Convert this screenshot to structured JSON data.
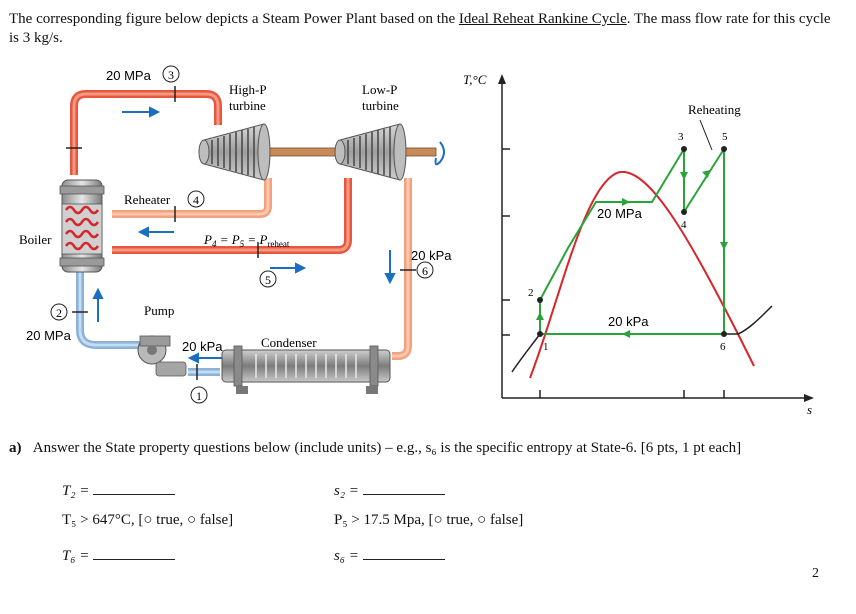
{
  "intro": {
    "p1": "The corresponding figure below depicts a Steam Power Plant based on the ",
    "p2": "Ideal Reheat Rankine Cycle",
    "p3": ". The mass flow rate for this cycle is 3 kg/s."
  },
  "plant": {
    "p20_top": "20 MPa",
    "state3": "3",
    "hp_turbine": "High-P turbine",
    "hp1": "High-P",
    "hp2": "turbine",
    "lp1": "Low-P",
    "lp2": "turbine",
    "reheater": "Reheater",
    "state4": "4",
    "boiler": "Boiler",
    "pressure_eq": "P4 = P5 = Preheat",
    "state5": "5",
    "p20kpa_right": "20 kPa",
    "state6": "6",
    "pump": "Pump",
    "state2": "2",
    "p20mpa_left": "20 MPa",
    "p20kpa_pump": "20 kPa",
    "condenser": "Condenser",
    "state1": "1"
  },
  "ts": {
    "ylabel": "T,°C",
    "xlabel": "s",
    "reheating": "Reheating",
    "p_high": "20 MPa",
    "p_low": "20 kPa",
    "n1": "1",
    "n2": "2",
    "n3": "3",
    "n4": "4",
    "n5": "5",
    "n6": "6"
  },
  "question": {
    "label": "a)",
    "text": "Answer the State property questions below (include units) – e.g., s₆ is the specific entropy at State-6. [6 pts, 1 pt each]",
    "t2": "T₂ =",
    "s2": "s₂ =",
    "t5": "T₅ > 647°C, [",
    "t5_true": "true,",
    "t5_false": "false]",
    "p5": "P₅ > 17.5 Mpa, [",
    "p5_true": "true,",
    "p5_false": "false]",
    "t6": "T₆ =",
    "s6": "s₆ ="
  },
  "page_number": "2",
  "colors": {
    "hot_pipe": "#e8563f",
    "warm_pipe": "#f4a27e",
    "cool_pipe": "#8ab1d8",
    "arrow_blue": "#1a6fc0",
    "dome_red": "#d7262b",
    "process_green": "#2aa43a"
  }
}
